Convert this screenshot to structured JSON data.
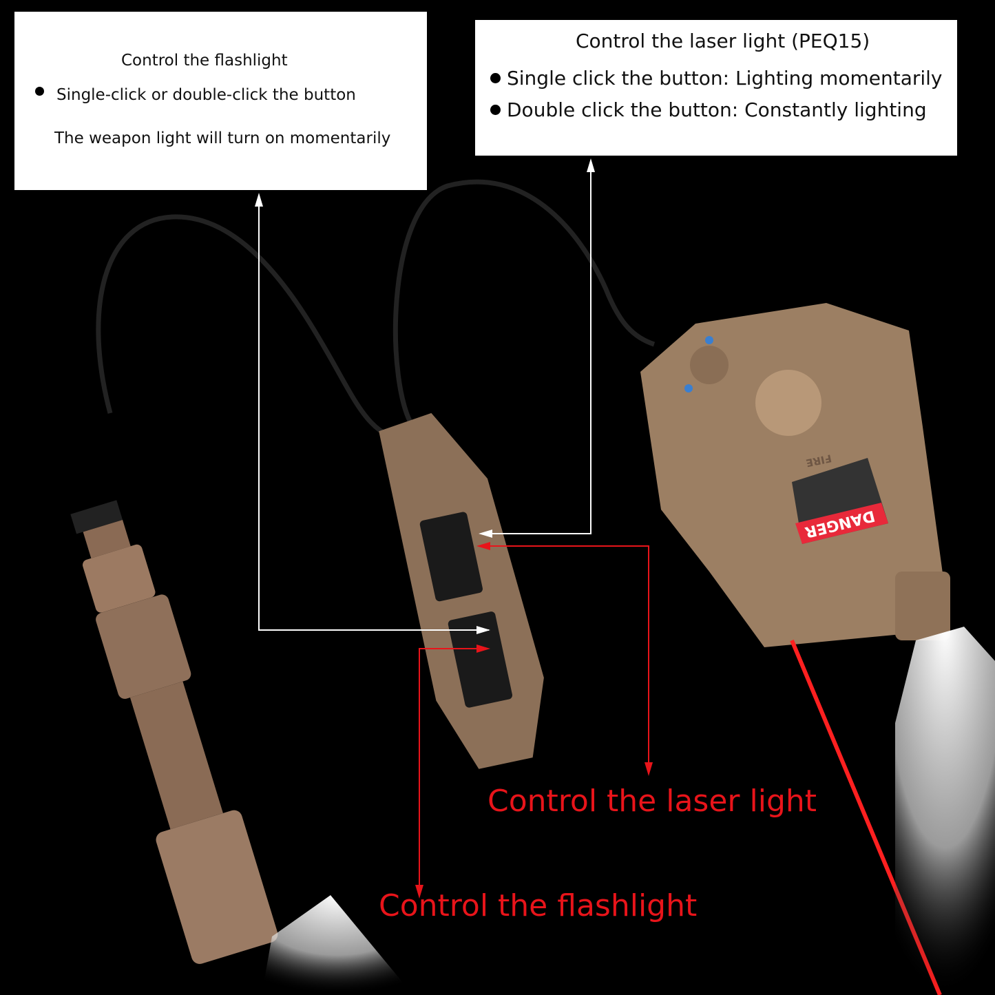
{
  "flashlight_box": {
    "title": "Control the flashlight",
    "bullet": "Single-click or double-click the button",
    "note": "The weapon light will turn on momentarily"
  },
  "laser_box": {
    "title": "Control the laser light (PEQ15)",
    "bullets": [
      "Single click the button: Lighting momentarily",
      "Double click the button: Constantly lighting"
    ]
  },
  "callouts": {
    "laser": "Control the laser light",
    "flashlight": "Control the flashlight"
  },
  "device_label": {
    "warning": "DANGER",
    "fire": "FIRE"
  },
  "colors": {
    "background": "#000000",
    "callout_red": "#e8141a",
    "device_tan": "#9c7f63",
    "laser_beam": "#ff2020"
  }
}
